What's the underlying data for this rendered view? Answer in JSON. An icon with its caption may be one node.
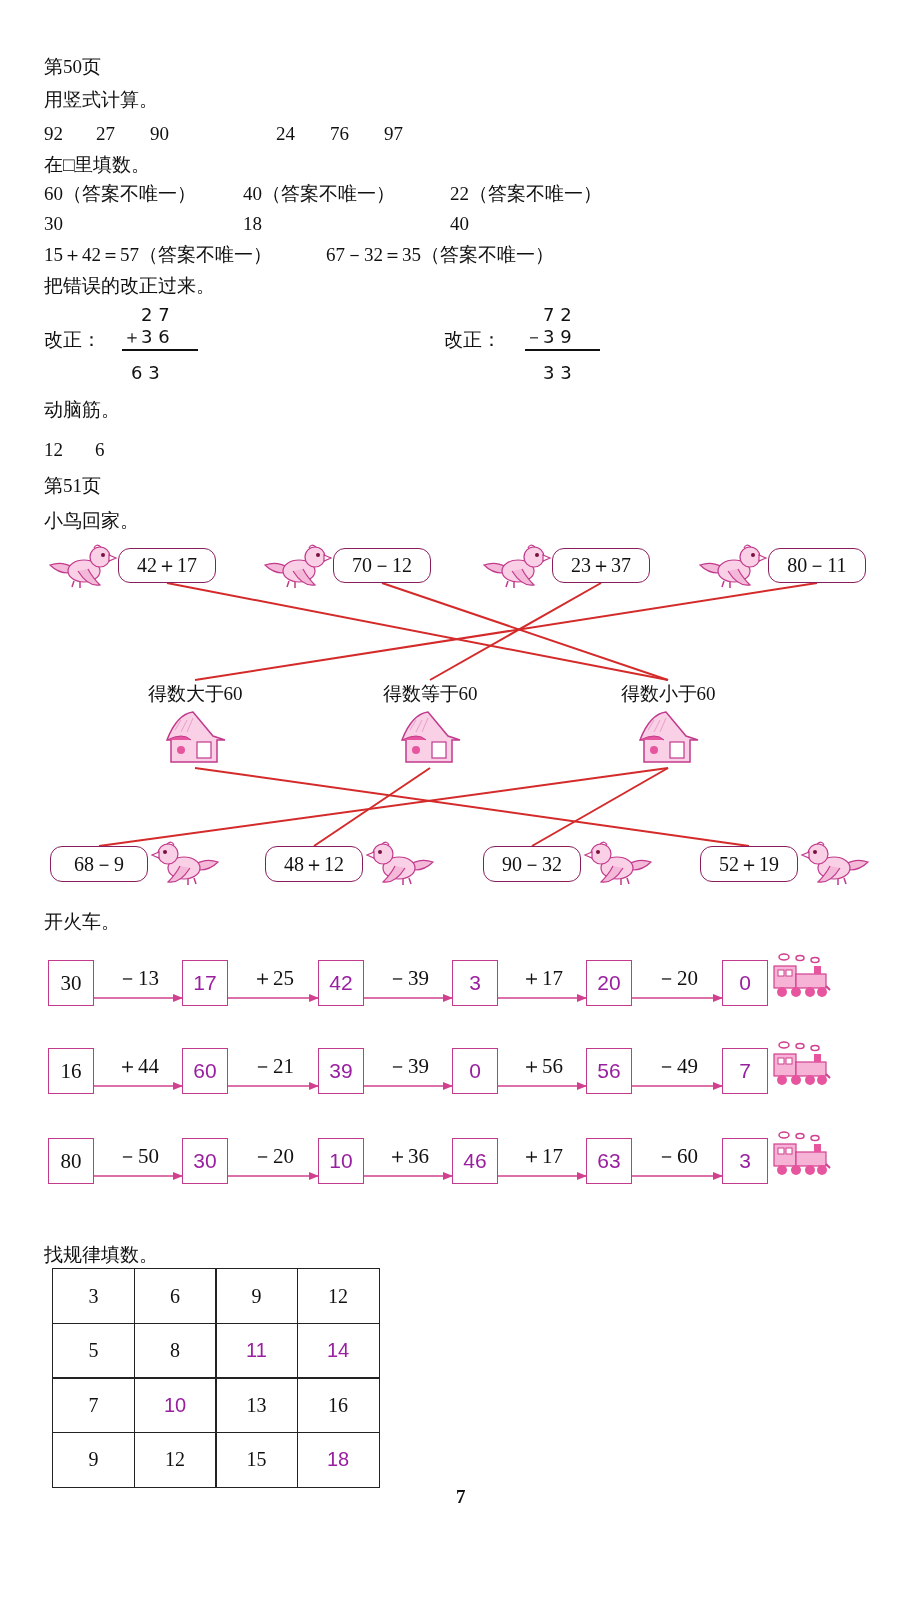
{
  "diagram": {
    "nodes": [
      {
        "text": [
          "42＋17"
        ]
      },
      {
        "text": [
          "70－12"
        ]
      },
      {
        "text": [
          "23＋37"
        ]
      },
      {
        "text": [
          "80－11"
        ]
      },
      {
        "text": [
          "得数大于60"
        ]
      },
      {
        "text": [
          "得数等于60"
        ]
      },
      {
        "text": [
          "得数小于60"
        ]
      },
      {
        "text": [
          "68－9"
        ]
      },
      {
        "text": [
          "48＋12"
        ]
      },
      {
        "text": [
          "90－32"
        ]
      },
      {
        "text": [
          "52＋19"
        ]
      },
      {
        "text": [
          "30"
        ]
      },
      {
        "text": [
          "17"
        ]
      },
      {
        "text": [
          "42"
        ]
      },
      {
        "text": [
          "3"
        ]
      },
      {
        "text": [
          "20"
        ]
      },
      {
        "text": [
          "0"
        ]
      },
      {
        "text": [
          "16"
        ]
      },
      {
        "text": [
          "60"
        ]
      },
      {
        "text": [
          "39"
        ]
      },
      {
        "text": [
          "0"
        ]
      },
      {
        "text": [
          "56"
        ]
      },
      {
        "text": [
          "7"
        ]
      },
      {
        "text": [
          "80"
        ]
      },
      {
        "text": [
          "30"
        ]
      },
      {
        "text": [
          "10"
        ]
      },
      {
        "text": [
          "46"
        ]
      },
      {
        "text": [
          "63"
        ]
      },
      {
        "text": [
          "3"
        ]
      }
    ],
    "edges": [
      {
        "from": 0,
        "to": 6,
        "arrow": "none",
        "color": "#d42a2a"
      },
      {
        "from": 1,
        "to": 6,
        "arrow": "none",
        "color": "#d42a2a"
      },
      {
        "from": 2,
        "to": 5,
        "arrow": "none",
        "color": "#d42a2a"
      },
      {
        "from": 3,
        "to": 4,
        "arrow": "none",
        "color": "#d42a2a"
      },
      {
        "from": 7,
        "to": 6,
        "arrow": "none",
        "color": "#d42a2a"
      },
      {
        "from": 8,
        "to": 5,
        "arrow": "none",
        "color": "#d42a2a"
      },
      {
        "from": 9,
        "to": 6,
        "arrow": "none",
        "color": "#d42a2a"
      },
      {
        "from": 10,
        "to": 4,
        "arrow": "none",
        "color": "#d42a2a"
      },
      {
        "from": 11,
        "to": 12,
        "arrow": "to",
        "label": "－13"
      },
      {
        "from": 12,
        "to": 13,
        "arrow": "to",
        "label": "＋25"
      },
      {
        "from": 13,
        "to": 14,
        "arrow": "to",
        "label": "－39"
      },
      {
        "from": 14,
        "to": 15,
        "arrow": "to",
        "label": "＋17"
      },
      {
        "from": 15,
        "to": 16,
        "arrow": "to",
        "label": "－20"
      },
      {
        "from": 17,
        "to": 18,
        "arrow": "to",
        "label": "＋44"
      },
      {
        "from": 18,
        "to": 19,
        "arrow": "to",
        "label": "－21"
      },
      {
        "from": 19,
        "to": 20,
        "arrow": "to",
        "label": "－39"
      },
      {
        "from": 20,
        "to": 21,
        "arrow": "to",
        "label": "＋56"
      },
      {
        "from": 21,
        "to": 22,
        "arrow": "to",
        "label": "－49"
      },
      {
        "from": 23,
        "to": 24,
        "arrow": "to",
        "label": "－50"
      },
      {
        "from": 24,
        "to": 25,
        "arrow": "to",
        "label": "－20"
      },
      {
        "from": 25,
        "to": 26,
        "arrow": "to",
        "label": "＋36"
      },
      {
        "from": 26,
        "to": 27,
        "arrow": "to",
        "label": "＋17"
      },
      {
        "from": 27,
        "to": 28,
        "arrow": "to",
        "label": "－60"
      }
    ],
    "labels": [
      "第50页",
      "用竖式计算。",
      "92",
      "27",
      "90",
      "24",
      "76",
      "97",
      "在□里填数。",
      "60（答案不唯一）",
      "40（答案不唯一）",
      "22（答案不唯一）",
      "30",
      "18",
      "40",
      "15＋42＝57（答案不唯一）",
      "67－32＝35（答案不唯一）",
      "把错误的改正过来。",
      "2 7",
      "7 2",
      "改正：",
      "＋3 6",
      "改正：",
      "－3 9",
      "6 3",
      "3 3",
      "动脑筋。",
      "12",
      "6",
      "第51页",
      "小鸟回家。",
      "开火车。",
      "找规律填数。",
      "3",
      "6",
      "9",
      "12",
      "5",
      "8",
      "11",
      "14",
      "7",
      "10",
      "13",
      "16",
      "9",
      "12",
      "15",
      "18",
      "7"
    ]
  }
}
